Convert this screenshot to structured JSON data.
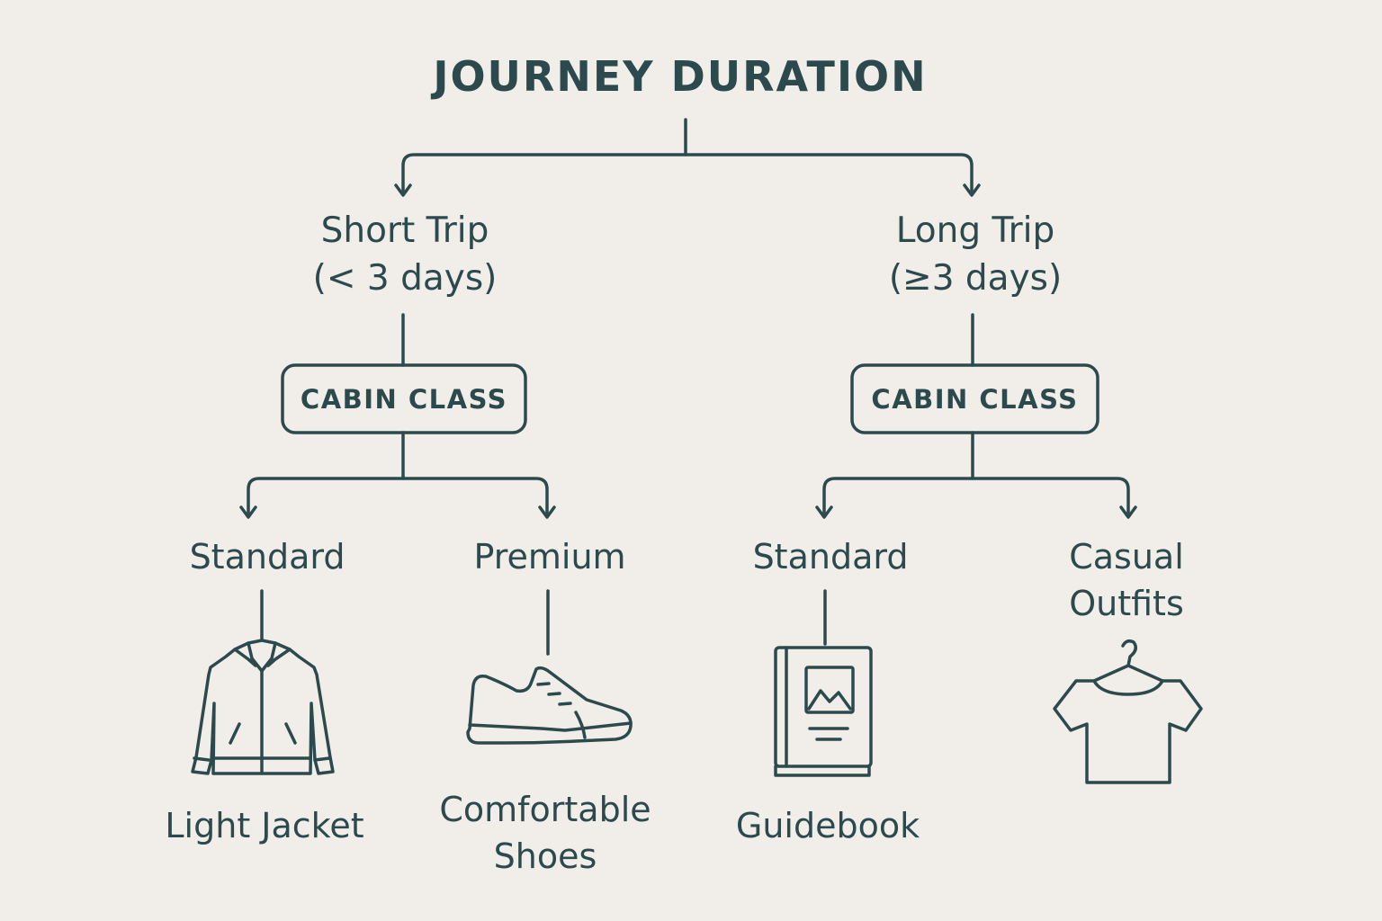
{
  "title": "JOURNEY DURATION",
  "branches": {
    "short": {
      "line1": "Short Trip",
      "line2": "(< 3 days)",
      "decision": "CABIN CLASS",
      "options": [
        {
          "label": "Standard",
          "item": "Light Jacket",
          "icon": "jacket-icon"
        },
        {
          "label": "Premium",
          "item_line1": "Comfortable",
          "item_line2": "Shoes",
          "icon": "shoe-icon"
        }
      ]
    },
    "long": {
      "line1": "Long Trip",
      "line2": "(≥3 days)",
      "decision": "CABIN CLASS",
      "options": [
        {
          "label": "Standard",
          "item": "Guidebook",
          "icon": "guidebook-icon"
        },
        {
          "label_line1": "Casual",
          "label_line2": "Outfits",
          "icon": "tshirt-on-hanger-icon"
        }
      ]
    }
  },
  "colors": {
    "ink": "#2c4a4d",
    "background": "#f1eee9"
  }
}
